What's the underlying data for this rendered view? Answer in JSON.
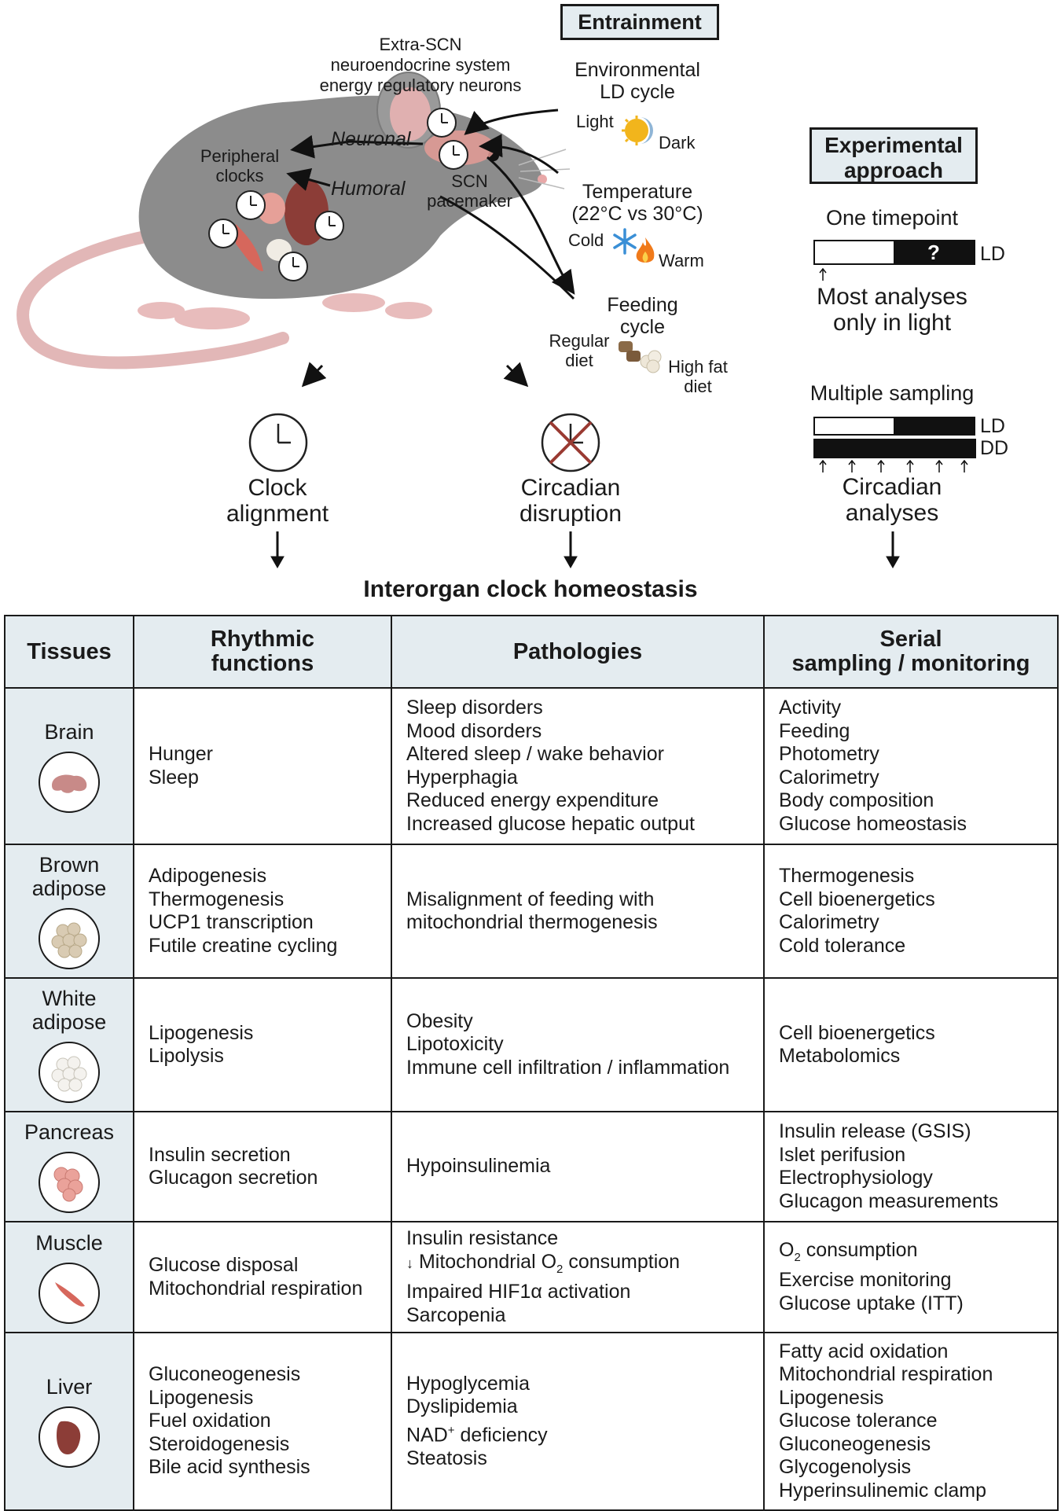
{
  "entrainment_title": "Entrainment",
  "experimental_title_line1": "Experimental",
  "experimental_title_line2": "approach",
  "extra_scn": [
    "Extra-SCN",
    "neuroendocrine system",
    "energy regulatory neurons"
  ],
  "neuronal": "Neuronal",
  "humoral": "Humoral",
  "peripheral_clocks": [
    "Peripheral",
    "clocks"
  ],
  "scn_pacemaker": [
    "SCN",
    "pacemaker"
  ],
  "environmental": [
    "Environmental",
    "LD cycle"
  ],
  "light": "Light",
  "dark": "Dark",
  "temperature": [
    "Temperature",
    "(22°C vs 30°C)"
  ],
  "cold": "Cold",
  "warm": "Warm",
  "feeding": [
    "Feeding",
    "cycle"
  ],
  "regular_diet": [
    "Regular",
    "diet"
  ],
  "high_fat_diet": [
    "High fat",
    "diet"
  ],
  "one_timepoint": "One timepoint",
  "question_mark": "?",
  "ld": "LD",
  "dd": "DD",
  "most_analyses": [
    "Most analyses",
    "only in light"
  ],
  "multiple_sampling": "Multiple sampling",
  "circadian_analyses": [
    "Circadian",
    "analyses"
  ],
  "clock_alignment": [
    "Clock",
    "alignment"
  ],
  "circadian_disruption": [
    "Circadian",
    "disruption"
  ],
  "table_title": "Interorgan clock homeostasis",
  "table": {
    "headers": {
      "tissues": "Tissues",
      "rhythmic": [
        "Rhythmic",
        "functions"
      ],
      "pathologies": "Pathologies",
      "serial": [
        "Serial",
        "sampling / monitoring"
      ]
    },
    "rows": [
      {
        "tissue": [
          "Brain"
        ],
        "rhythmic": [
          "Hunger",
          "Sleep"
        ],
        "pathologies": [
          "Sleep disorders",
          "Mood disorders",
          "Altered sleep / wake behavior",
          "Hyperphagia",
          "Reduced energy expenditure",
          "Increased glucose hepatic output"
        ],
        "serial": [
          "Activity",
          "Feeding",
          "Photometry",
          "Calorimetry",
          "Body composition",
          "Glucose homeostasis"
        ]
      },
      {
        "tissue": [
          "Brown",
          "adipose"
        ],
        "rhythmic": [
          "Adipogenesis",
          "Thermogenesis",
          "UCP1 transcription",
          "Futile creatine cycling"
        ],
        "pathologies": [
          "Misalignment of feeding with",
          "mitochondrial thermogenesis"
        ],
        "serial": [
          "Thermogenesis",
          "Cell bioenergetics",
          "Calorimetry",
          "Cold tolerance"
        ]
      },
      {
        "tissue": [
          "White",
          "adipose"
        ],
        "rhythmic": [
          "Lipogenesis",
          "Lipolysis"
        ],
        "pathologies": [
          "Obesity",
          "Lipotoxicity",
          "Immune cell infiltration / inflammation"
        ],
        "serial": [
          "Cell bioenergetics",
          "Metabolomics"
        ]
      },
      {
        "tissue": [
          "Pancreas"
        ],
        "rhythmic": [
          "Insulin secretion",
          "Glucagon secretion"
        ],
        "pathologies": [
          "Hypoinsulinemia"
        ],
        "serial": [
          "Insulin release (GSIS)",
          "Islet perifusion",
          "Electrophysiology",
          "Glucagon measurements"
        ]
      },
      {
        "tissue": [
          "Muscle"
        ],
        "rhythmic": [
          "Glucose disposal",
          "Mitochondrial respiration"
        ],
        "pathologies": [
          "Insulin resistance",
          "Impaired HIF1α activation",
          "Sarcopenia"
        ],
        "serial": [
          "Exercise monitoring",
          "Glucose uptake (ITT)"
        ]
      },
      {
        "tissue": [
          "Liver"
        ],
        "rhythmic": [
          "Gluconeogenesis",
          "Lipogenesis",
          "Fuel oxidation",
          "Steroidogenesis",
          "Bile acid synthesis"
        ],
        "pathologies": [
          "Hypoglycemia",
          "Dyslipidemia",
          "Steatosis"
        ],
        "serial": [
          "Fatty acid oxidation",
          "Mitochondrial respiration",
          "Lipogenesis",
          "Glucose tolerance",
          "Gluconeogenesis",
          "Glycogenolysis",
          "Hyperinsulinemic clamp"
        ]
      }
    ],
    "muscle_mito_prefix": "Mitochondrial O",
    "muscle_mito_sub": "2",
    "muscle_mito_suffix": " consumption",
    "muscle_o2_prefix": "O",
    "muscle_o2_sub": "2",
    "muscle_o2_suffix": " consumption",
    "liver_nad_prefix": "NAD",
    "liver_nad_sup": "+",
    "liver_nad_suffix": " deficiency"
  },
  "colors": {
    "header_bg": "#e4ecf0",
    "mouse_body": "#8c8c8c",
    "mouse_pink": "#e8bcbc",
    "tissue_red": "#b5483c",
    "disruption_x": "#9a3a32"
  },
  "icons": [
    "clock-icon",
    "sun-moon-icon",
    "snowflake-icon",
    "flame-icon",
    "food-pellet-icon",
    "brain-icon",
    "brown-fat-icon",
    "white-fat-icon",
    "pancreas-icon",
    "muscle-icon",
    "liver-icon",
    "down-arrow-icon"
  ]
}
